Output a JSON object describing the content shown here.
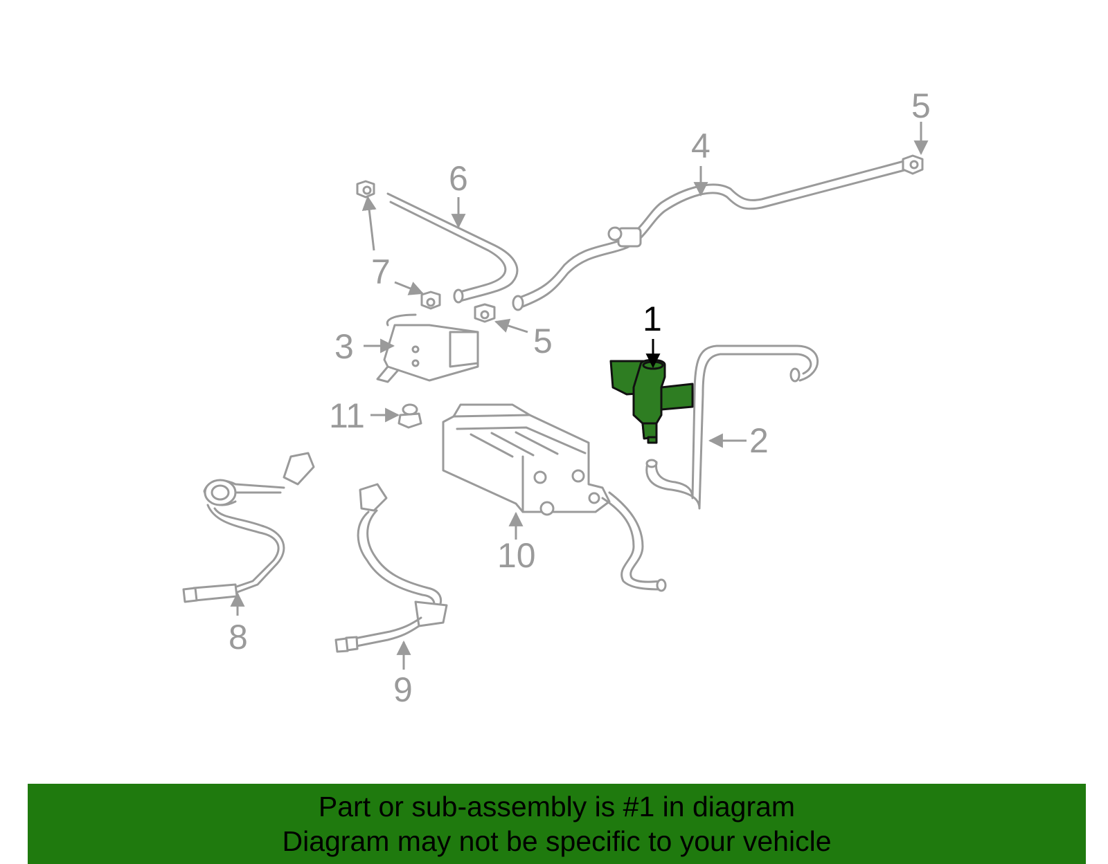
{
  "diagram": {
    "callouts": [
      {
        "id": "1",
        "text": "1",
        "highlighted": true
      },
      {
        "id": "2",
        "text": "2"
      },
      {
        "id": "3",
        "text": "3"
      },
      {
        "id": "4",
        "text": "4"
      },
      {
        "id": "5a",
        "text": "5"
      },
      {
        "id": "5b",
        "text": "5"
      },
      {
        "id": "6",
        "text": "6"
      },
      {
        "id": "7",
        "text": "7"
      },
      {
        "id": "8",
        "text": "8"
      },
      {
        "id": "9",
        "text": "9"
      },
      {
        "id": "10",
        "text": "10"
      },
      {
        "id": "11",
        "text": "11"
      }
    ],
    "colors": {
      "highlight": "#2e7d22",
      "line": "#9a9a9a",
      "banner": "#1f7a0e"
    }
  },
  "banner": {
    "line1": "Part or sub-assembly is #1 in diagram",
    "line2": "Diagram may not be specific to your vehicle"
  }
}
